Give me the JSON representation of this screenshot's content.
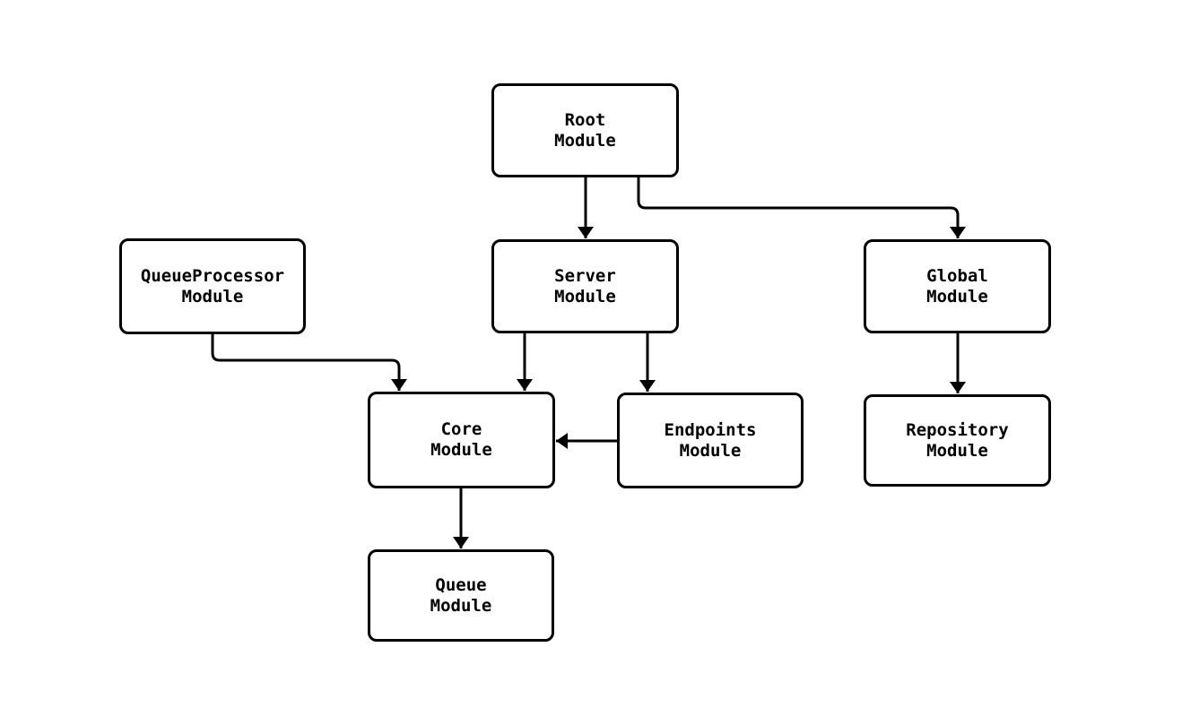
{
  "diagram": {
    "colors": {
      "background": "#ffffff",
      "stroke": "#000000",
      "box_fill": "#ffffff"
    },
    "nodes": {
      "root": {
        "line1": "Root",
        "line2": "Module"
      },
      "server": {
        "line1": "Server",
        "line2": "Module"
      },
      "global": {
        "line1": "Global",
        "line2": "Module"
      },
      "queueprocessor": {
        "line1": "QueueProcessor",
        "line2": "Module"
      },
      "core": {
        "line1": "Core",
        "line2": "Module"
      },
      "endpoints": {
        "line1": "Endpoints",
        "line2": "Module"
      },
      "repository": {
        "line1": "Repository",
        "line2": "Module"
      },
      "queue": {
        "line1": "Queue",
        "line2": "Module"
      }
    },
    "edges": [
      {
        "from": "root",
        "to": "server"
      },
      {
        "from": "root",
        "to": "global"
      },
      {
        "from": "queueprocessor",
        "to": "core"
      },
      {
        "from": "server",
        "to": "core"
      },
      {
        "from": "server",
        "to": "endpoints"
      },
      {
        "from": "endpoints",
        "to": "core"
      },
      {
        "from": "global",
        "to": "repository"
      },
      {
        "from": "core",
        "to": "queue"
      }
    ]
  }
}
